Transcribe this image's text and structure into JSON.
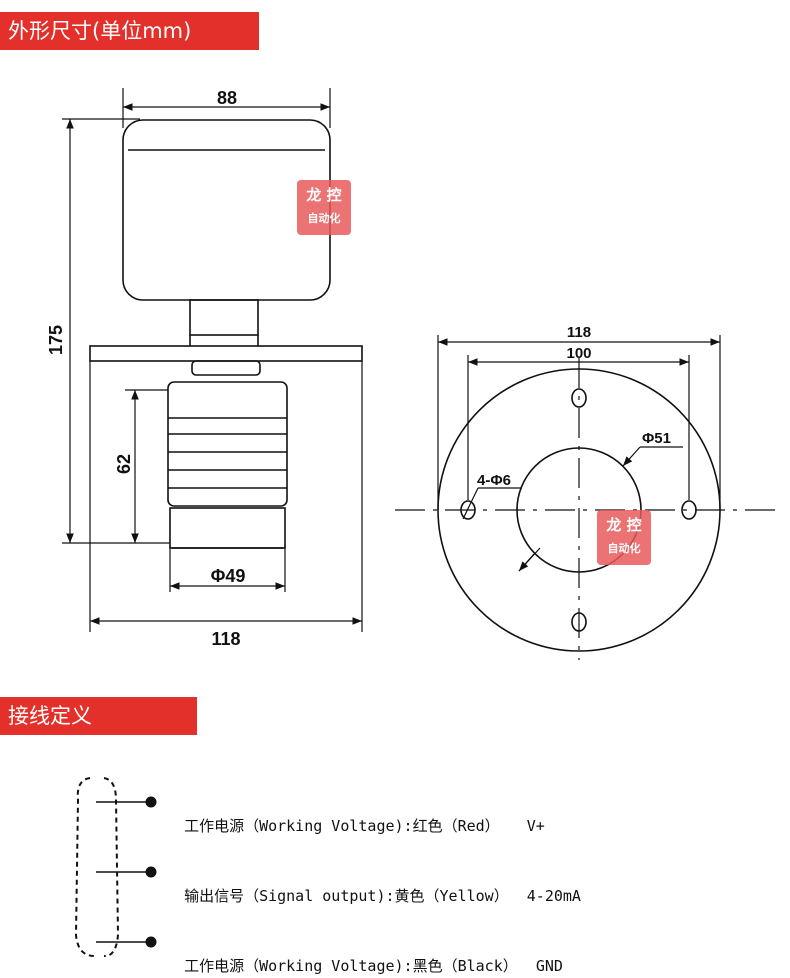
{
  "headers": {
    "dimensions": "外形尺寸(单位mm)",
    "wiring": "接线定义"
  },
  "side_view": {
    "top_width": "88",
    "height_total": "175",
    "height_lower": "62",
    "bottom_diameter": "Φ49",
    "flange_width": "118"
  },
  "flange_view": {
    "outer_width": "118",
    "bolt_span": "100",
    "inner_diameter": "Φ51",
    "holes": "4-Φ6"
  },
  "watermark": {
    "line1": "龙 控",
    "line2": "自动化"
  },
  "wiring": [
    {
      "label": "工作电源（Working Voltage):红色（Red）",
      "value": "V+"
    },
    {
      "label": "输出信号（Signal output):黄色（Yellow）",
      "value": "4-20mA"
    },
    {
      "label": "工作电源（Working Voltage):黑色（Black）",
      "value": "GND"
    }
  ]
}
